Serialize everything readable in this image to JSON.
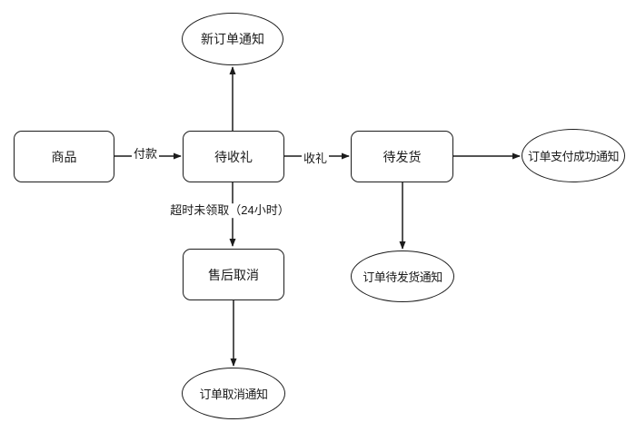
{
  "diagram": {
    "title": "order-gift-flowchart",
    "colors": {
      "stroke": "#1c1c1c",
      "background": "#ffffff",
      "text": "#1a1a1a"
    },
    "nodes": {
      "product": {
        "label": "商品",
        "shape": "rounded-rect"
      },
      "await_gift": {
        "label": "待收礼",
        "shape": "rounded-rect"
      },
      "await_ship": {
        "label": "待发货",
        "shape": "rounded-rect"
      },
      "aftersale_cancel": {
        "label": "售后取消",
        "shape": "rounded-rect"
      },
      "new_order_notice": {
        "label": "新订单通知",
        "shape": "ellipse"
      },
      "pay_success_notice": {
        "label": "订单支付成功通知",
        "shape": "ellipse"
      },
      "await_ship_notice": {
        "label": "订单待发货通知",
        "shape": "ellipse"
      },
      "order_cancel_notice": {
        "label": "订单取消通知",
        "shape": "ellipse"
      }
    },
    "edges": {
      "pay": {
        "label": "付款",
        "from": "product",
        "to": "await_gift"
      },
      "new_order": {
        "label": "",
        "from": "await_gift",
        "to": "new_order_notice"
      },
      "receive": {
        "label": "收礼",
        "from": "await_gift",
        "to": "await_ship"
      },
      "timeout": {
        "label": "超时未领取（24小时）",
        "from": "await_gift",
        "to": "aftersale_cancel"
      },
      "pay_success": {
        "label": "",
        "from": "await_ship",
        "to": "pay_success_notice"
      },
      "await_ship_note": {
        "label": "",
        "from": "await_ship",
        "to": "await_ship_notice"
      },
      "cancel_note": {
        "label": "",
        "from": "aftersale_cancel",
        "to": "order_cancel_notice"
      }
    }
  }
}
